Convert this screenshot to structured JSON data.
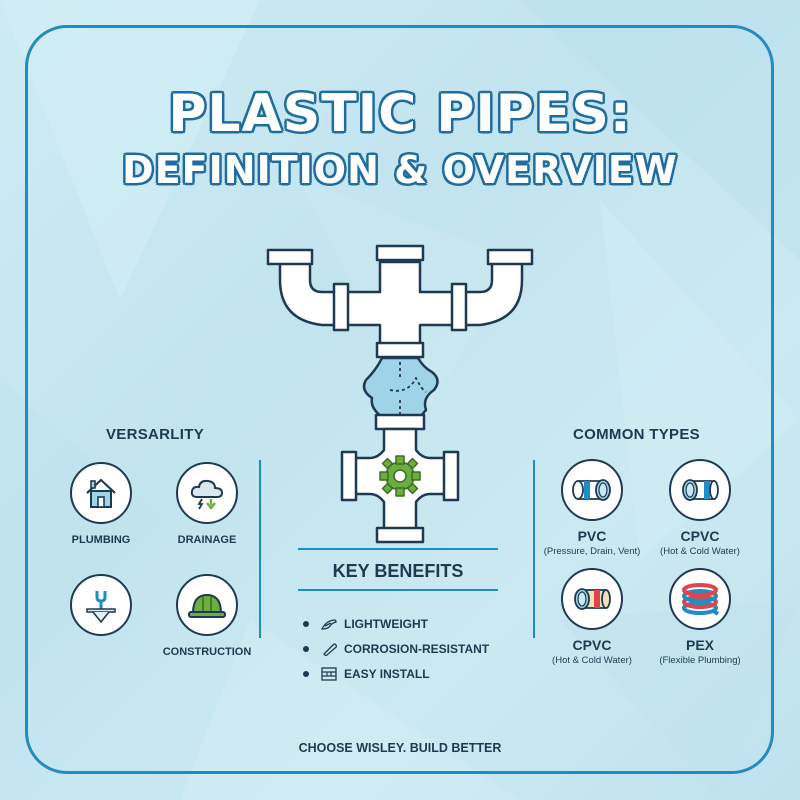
{
  "title": {
    "line1": "PLASTIC PIPES:",
    "line2": "DEFINITION & OVERVIEW"
  },
  "colors": {
    "background": "#c6e6f0",
    "frame": "#1f8cc4",
    "text": "#1e3a52",
    "title_outline": "#1f6c9e",
    "gear": "#6cae3f",
    "water": "#9fd3e8"
  },
  "illustration": {
    "name": "pipe-assembly",
    "icons": [
      "pipe-manifold-icon",
      "leak-bulge-icon",
      "gear-icon"
    ]
  },
  "versatility": {
    "heading": "VERSARLITY",
    "items": [
      {
        "icon": "house-icon",
        "label": "PLUMBING"
      },
      {
        "icon": "storm-cloud-drain-icon",
        "label": "DRAINAGE"
      },
      {
        "icon": "wrench-funnel-icon",
        "label": ""
      },
      {
        "icon": "hard-hat-icon",
        "label": "CONSTRUCTION"
      }
    ]
  },
  "key_benefits": {
    "heading": "KEY BENEFITS",
    "items": [
      {
        "icon": "feather-icon",
        "label": "LIGHTWEIGHT"
      },
      {
        "icon": "paperclip-icon",
        "label": "CORROSION-RESISTANT"
      },
      {
        "icon": "toolbox-icon",
        "label": "EASY INSTALL"
      }
    ]
  },
  "common_types": {
    "heading": "COMMON TYPES",
    "items": [
      {
        "icon": "pvc-pipe-icon",
        "name": "PVC",
        "desc": "(Pressure, Drain, Vent)"
      },
      {
        "icon": "cpvc-pipe-icon",
        "name": "CPVC",
        "desc": "(Hot & Cold Water)"
      },
      {
        "icon": "cpvc-beige-pipe-icon",
        "name": "CPVC",
        "desc": "(Hot & Cold Water)"
      },
      {
        "icon": "pex-coil-icon",
        "name": "PEX",
        "desc": "(Flexible Plumbing)"
      }
    ]
  },
  "footer": {
    "tagline": "CHOOSE WISLEY. BUILD BETTER"
  }
}
